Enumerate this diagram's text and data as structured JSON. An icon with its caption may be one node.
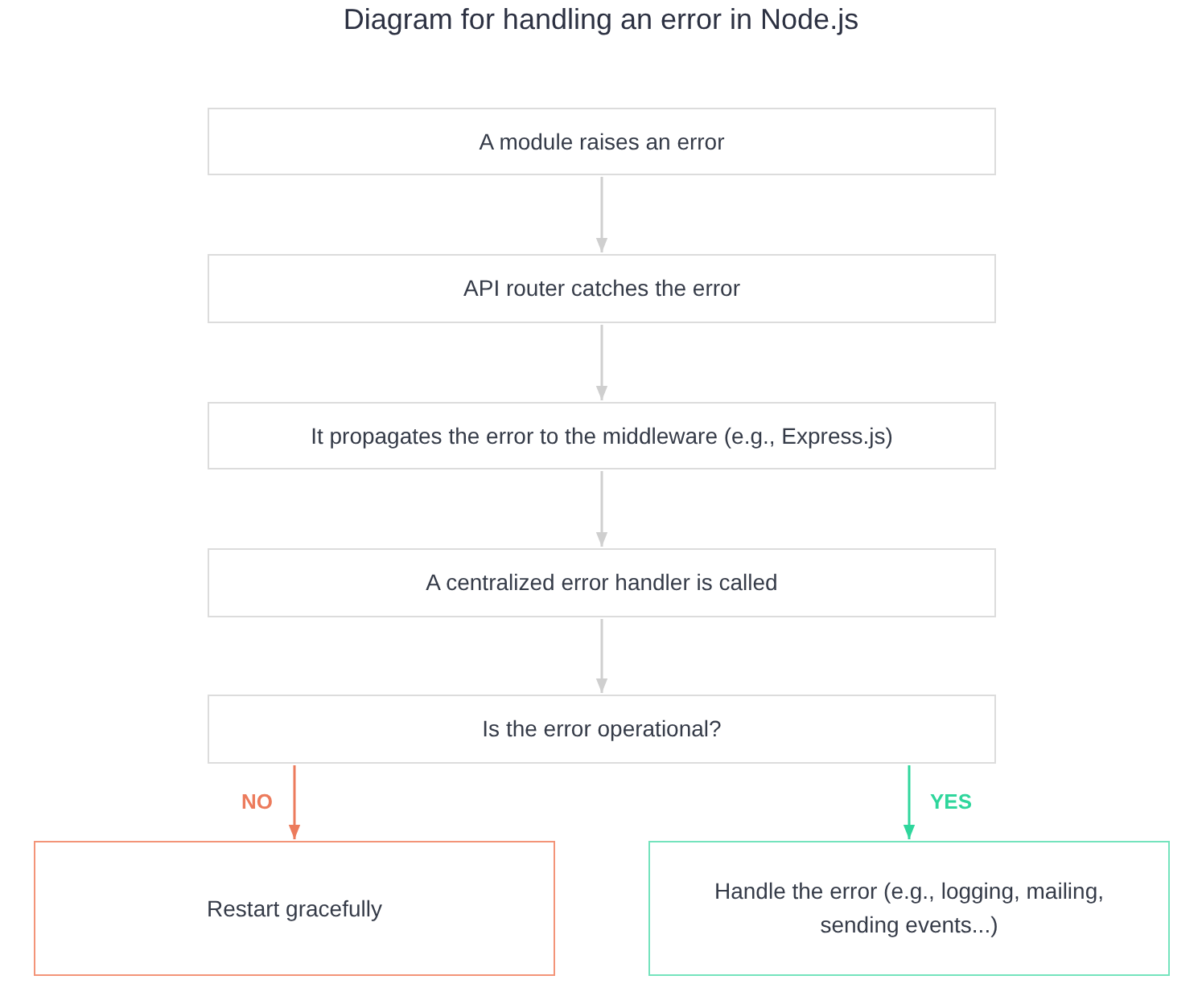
{
  "diagram": {
    "title": "Diagram for handling an error in Node.js",
    "nodes": [
      {
        "text": [
          "A module raises an error"
        ]
      },
      {
        "text": [
          "API router catches the error"
        ]
      },
      {
        "text": [
          "It propagates the error to the middleware (e.g., Express.js)"
        ]
      },
      {
        "text": [
          "A centralized error handler is called"
        ]
      },
      {
        "text": [
          "Is the error operational?"
        ]
      },
      {
        "text": [
          "Restart gracefully"
        ]
      },
      {
        "text": [
          "Handle the error (e.g., logging, mailing, sending events...)"
        ]
      }
    ],
    "edges": [
      {
        "from": 0,
        "to": 1,
        "arrow": "to"
      },
      {
        "from": 1,
        "to": 2,
        "arrow": "to"
      },
      {
        "from": 2,
        "to": 3,
        "arrow": "to"
      },
      {
        "from": 3,
        "to": 4,
        "arrow": "to"
      },
      {
        "from": 4,
        "to": 5,
        "arrow": "to",
        "label": "NO",
        "color": "#ec7b5c"
      },
      {
        "from": 4,
        "to": 6,
        "arrow": "to",
        "label": "YES",
        "color": "#2fd69c"
      }
    ]
  }
}
